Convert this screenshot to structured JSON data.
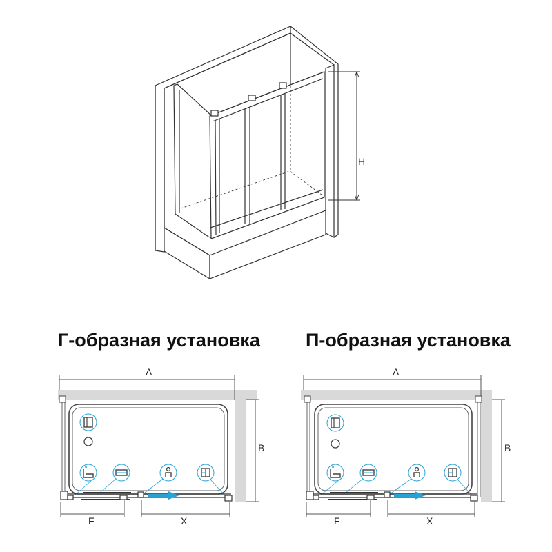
{
  "iso": {
    "height_label": "H"
  },
  "plans": [
    {
      "title": "Г-образная установка",
      "labels": {
        "a": "A",
        "b": "B",
        "f": "F",
        "x": "X"
      }
    },
    {
      "title": "П-образная установка",
      "labels": {
        "a": "A",
        "b": "B",
        "f": "F",
        "x": "X"
      }
    }
  ],
  "colors": {
    "line": "#333333",
    "wall": "#d9d9d9",
    "accent": "#2aa1d3"
  }
}
